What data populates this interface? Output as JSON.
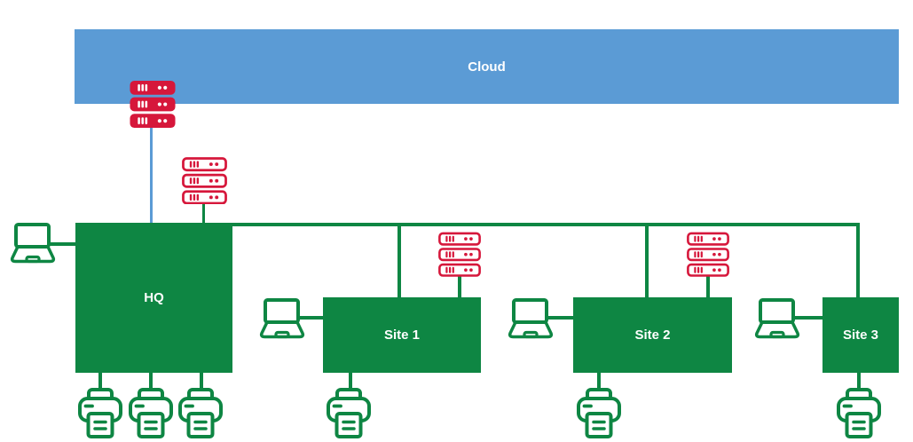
{
  "diagram": {
    "cloud": {
      "label": "Cloud"
    },
    "headquarters": {
      "label": "HQ"
    },
    "sites": [
      {
        "label": "Site 1"
      },
      {
        "label": "Site 2"
      },
      {
        "label": "Site 3"
      }
    ],
    "icons": [
      "rack-server-filled-icon",
      "rack-server-outline-icon",
      "laptop-icon",
      "printer-icon"
    ],
    "colors": {
      "cloud_blue": "#5B9BD5",
      "node_green": "#0E8643",
      "server_red": "#D6173B",
      "label_text": "#FFFFFF",
      "canvas_background": "#FFFFFF"
    }
  }
}
